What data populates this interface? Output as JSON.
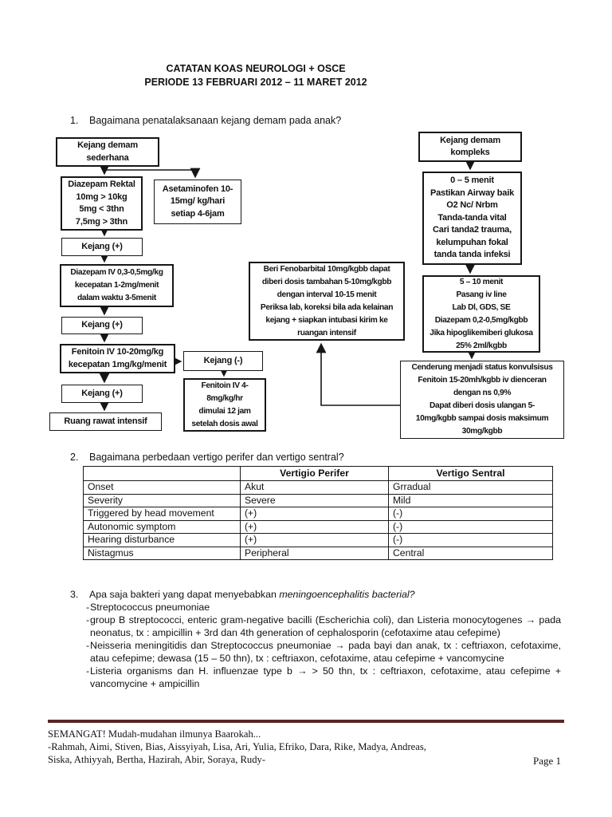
{
  "header": {
    "title_line1": "CATATAN KOAS NEUROLOGI + OSCE",
    "title_line2": "PERIODE 13 FEBRUARI 2012 – 11 MARET 2012"
  },
  "q1": {
    "number": "1.",
    "text": "Bagaimana penatalaksanaan kejang demam pada anak?"
  },
  "flowchart": {
    "labels": {
      "kejang_plus": "Kejang (+)",
      "kejang_minus": "Kejang (-)",
      "ruang_rawat": "Ruang rawat intensif"
    },
    "boxes": {
      "kd_sederhana": [
        "Kejang demam",
        "sederhana"
      ],
      "diazepam_rektal": [
        "Diazepam Rektal",
        "10mg  > 10kg",
        "5mg  < 3thn",
        "7,5mg  > 3thn"
      ],
      "asetaminofen": [
        "Asetaminofen 10-",
        "15mg/ kg/hari",
        "setiap 4-6jam"
      ],
      "diazepam_iv": [
        "Diazepam IV 0,3-0,5mg/kg",
        "kecepatan 1-2mg/menit",
        "dalam waktu 3-5menit"
      ],
      "fenitoin_iv": [
        "Fenitoin IV 10-20mg/kg",
        "kecepatan 1mg/kg/menit"
      ],
      "fenitoin_iv_48": [
        "Fenitoin IV 4-",
        "8mg/kg/hr",
        "dimulai 12 jam",
        "setelah dosis awal"
      ],
      "fenobarbital": [
        "Beri Fenobarbital 10mg/kgbb dapat",
        "diberi dosis tambahan 5-10mg/kgbb",
        "dengan interval 10-15 menit",
        "Periksa lab, koreksi bila ada kelainan",
        "kejang + siapkan intubasi kirim ke",
        "ruangan intensif"
      ],
      "kd_kompleks": [
        "Kejang demam",
        "kompleks"
      ],
      "menit_0_5": [
        "0 – 5 menit",
        "Pastikan Airway baik",
        "O2 Nc/ Nrbm",
        "Tanda-tanda vital",
        "Cari tanda2 trauma,",
        "kelumpuhan fokal",
        "tanda tanda infeksi"
      ],
      "menit_5_10": [
        "5 – 10 menit",
        "Pasang iv line",
        "Lab Dl, GDS, SE",
        "Diazepam 0,2-0,5mg/kgbb",
        "Jika hipoglikemiberi glukosa",
        "25% 2ml/kgbb"
      ],
      "cenderung": [
        "Cenderung menjadi status konvulsisus",
        "Fenitoin 15-20mh/kgbb iv dienceran",
        "dengan ns 0,9%",
        "Dapat diberi dosis ulangan 5-",
        "10mg/kgbb sampai dosis maksimum",
        "30mg/kgbb"
      ]
    }
  },
  "q2": {
    "number": "2.",
    "text": "Bagaimana perbedaan vertigo perifer dan vertigo sentral?"
  },
  "vertigo_table": {
    "headers": [
      "",
      "Vertigio Perifer",
      "Vertigo Sentral"
    ],
    "rows": [
      [
        "Onset",
        "Akut",
        "Grradual"
      ],
      [
        "Severity",
        "Severe",
        "Mild"
      ],
      [
        "Triggered by head movement",
        "(+)",
        "(-)"
      ],
      [
        "Autonomic symptom",
        "(+)",
        "(-)"
      ],
      [
        "Hearing disturbance",
        "(+)",
        "(-)"
      ],
      [
        "Nistagmus",
        "Peripheral",
        "Central"
      ]
    ]
  },
  "q3": {
    "number": "3.",
    "dash": "-",
    "text_before": "Apa saja bakteri yang dapat menyebabkan ",
    "text_italic": "meningoencephalitis bacterial",
    "text_after": "?",
    "bullets": [
      "Streptococcus pneumoniae",
      "group B streptococci, enteric gram-negative bacilli (Escherichia coli), dan Listeria monocytogenes → pada neonatus, tx : ampicillin + 3rd dan 4th generation of cephalosporin (cefotaxime atau cefepime)",
      "Neisseria meningitidis dan Streptococcus pneumoniae → pada bayi dan anak, tx : ceftriaxon, cefotaxime, atau cefepime;  dewasa (15 – 50 thn), tx : ceftriaxon, cefotaxime, atau cefepime + vancomycine",
      "Listeria organisms dan H. influenzae type b → > 50 thn, tx : ceftriaxon, cefotaxime, atau cefepime + vancomycine + ampicillin"
    ]
  },
  "footer": {
    "line1": "SEMANGAT! Mudah-mudahan ilmunya Baarokah...",
    "line2": "-Rahmah, Aimi, Stiven, Bias, Aissyiyah, Lisa, Ari, Yulia, Efriko, Dara, Rike, Madya, Andreas,",
    "line3": "Siska, Athiyyah, Bertha, Hazirah, Abir, Soraya, Rudy-",
    "page": "Page 1",
    "rule_color": "#572724"
  }
}
